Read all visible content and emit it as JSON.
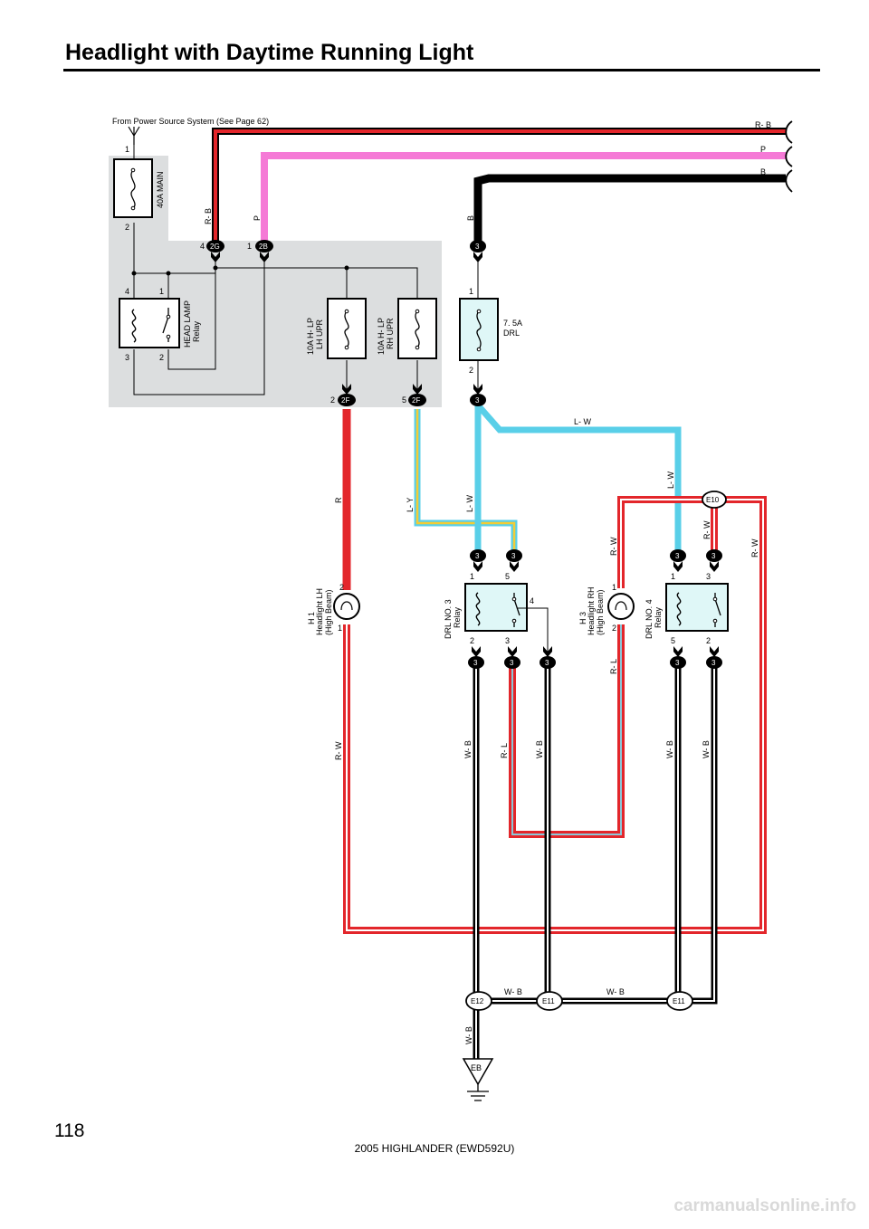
{
  "title": "Headlight with Daytime Running Light",
  "page_number": "118",
  "footer": "2005 HIGHLANDER (EWD592U)",
  "watermark": "carmanualsonline.info",
  "source_note": "From Power Source System (See Page 62)",
  "colors": {
    "red": "#e3262b",
    "pink": "#f57ad6",
    "blue": "#59cfe8",
    "yellow": "#f3cc35",
    "relay_box": "#dcdedf",
    "fuse_fill": "#dff7f7"
  },
  "components": {
    "main_fuse": {
      "name": "40A MAIN",
      "pin_top": "1",
      "pin_bottom": "2"
    },
    "head_relay": {
      "name1": "HEAD LAMP",
      "name2": "Relay",
      "p4": "4",
      "p1": "1",
      "p3": "3",
      "p2": "2"
    },
    "fuse_lh": {
      "name1": "10A H- LP",
      "name2": "LH UPR"
    },
    "fuse_rh": {
      "name1": "10A H- LP",
      "name2": "RH UPR"
    },
    "fuse_drl": {
      "name1": "7. 5A",
      "name2": "DRL",
      "pin_top": "1",
      "pin_bottom": "2"
    },
    "h1": {
      "code": "H 1",
      "name1": "Headlight LH",
      "name2": "(High Beam)",
      "pin_top": "2",
      "pin_bottom": "1"
    },
    "h3": {
      "code": "H 3",
      "name1": "Headlight RH",
      "name2": "(High Beam)",
      "pin_top": "1",
      "pin_bottom": "2"
    },
    "drl3": {
      "name1": "DRL NO. 3",
      "name2": "Relay",
      "p1": "1",
      "p5": "5",
      "p4": "4",
      "p2": "2",
      "p3": "3"
    },
    "drl4": {
      "name1": "DRL NO. 4",
      "name2": "Relay",
      "p1": "1",
      "p3": "3",
      "p5": "5",
      "p2": "2"
    }
  },
  "connectors": {
    "c2g": {
      "id": "2G",
      "pin": "4"
    },
    "c2b": {
      "id": "2B",
      "pin": "1"
    },
    "c3_top": {
      "id": "3"
    },
    "c2f_l": {
      "id": "2F",
      "pin": "2"
    },
    "c2f_r": {
      "id": "2F",
      "pin": "5"
    },
    "c3_mid": {
      "id": "3"
    },
    "drl3_in_a": {
      "id": "3"
    },
    "drl3_in_b": {
      "id": "3"
    },
    "drl3_out_a": {
      "id": "3"
    },
    "drl3_out_b": {
      "id": "3"
    },
    "drl3_out_c": {
      "id": "3"
    },
    "drl4_in_a": {
      "id": "3"
    },
    "drl4_in_b": {
      "id": "3"
    },
    "drl4_out_a": {
      "id": "3"
    },
    "drl4_out_b": {
      "id": "3"
    }
  },
  "junctions": {
    "e10": "E10",
    "e12": "E12",
    "e11a": "E11",
    "e11b": "E11"
  },
  "ground": "EB",
  "wires": {
    "rb_right": "R- B",
    "p_right": "P",
    "b_right": "B",
    "rb_vert": "R- B",
    "p_vert": "P",
    "b_vert": "B",
    "lw_horiz": "L- W",
    "lw_vert_right": "L- W",
    "r_left": "R",
    "ly": "L- Y",
    "lw_center": "L- W",
    "rw_mid": "R- W",
    "rw_e10": "R- W",
    "rw_right": "R- W",
    "rw_left": "R- W",
    "rl_h3": "R- L",
    "wb_a": "W- B",
    "rl_center": "R- L",
    "wb_b": "W- B",
    "wb_c": "W- B",
    "wb_d": "W- B",
    "wb_ground_1": "W- B",
    "wb_ground_2": "W- B",
    "wb_ground_3": "W- B"
  }
}
